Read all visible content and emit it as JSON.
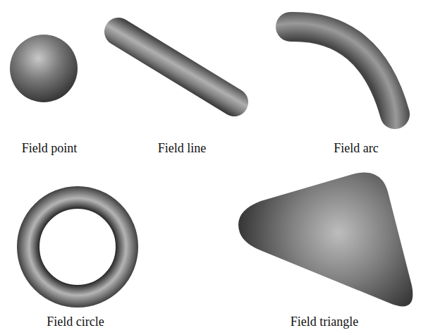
{
  "diagram": {
    "labels": [
      "Field point",
      "Field line",
      "Field arc",
      "Field circle",
      "Field triangle"
    ]
  }
}
